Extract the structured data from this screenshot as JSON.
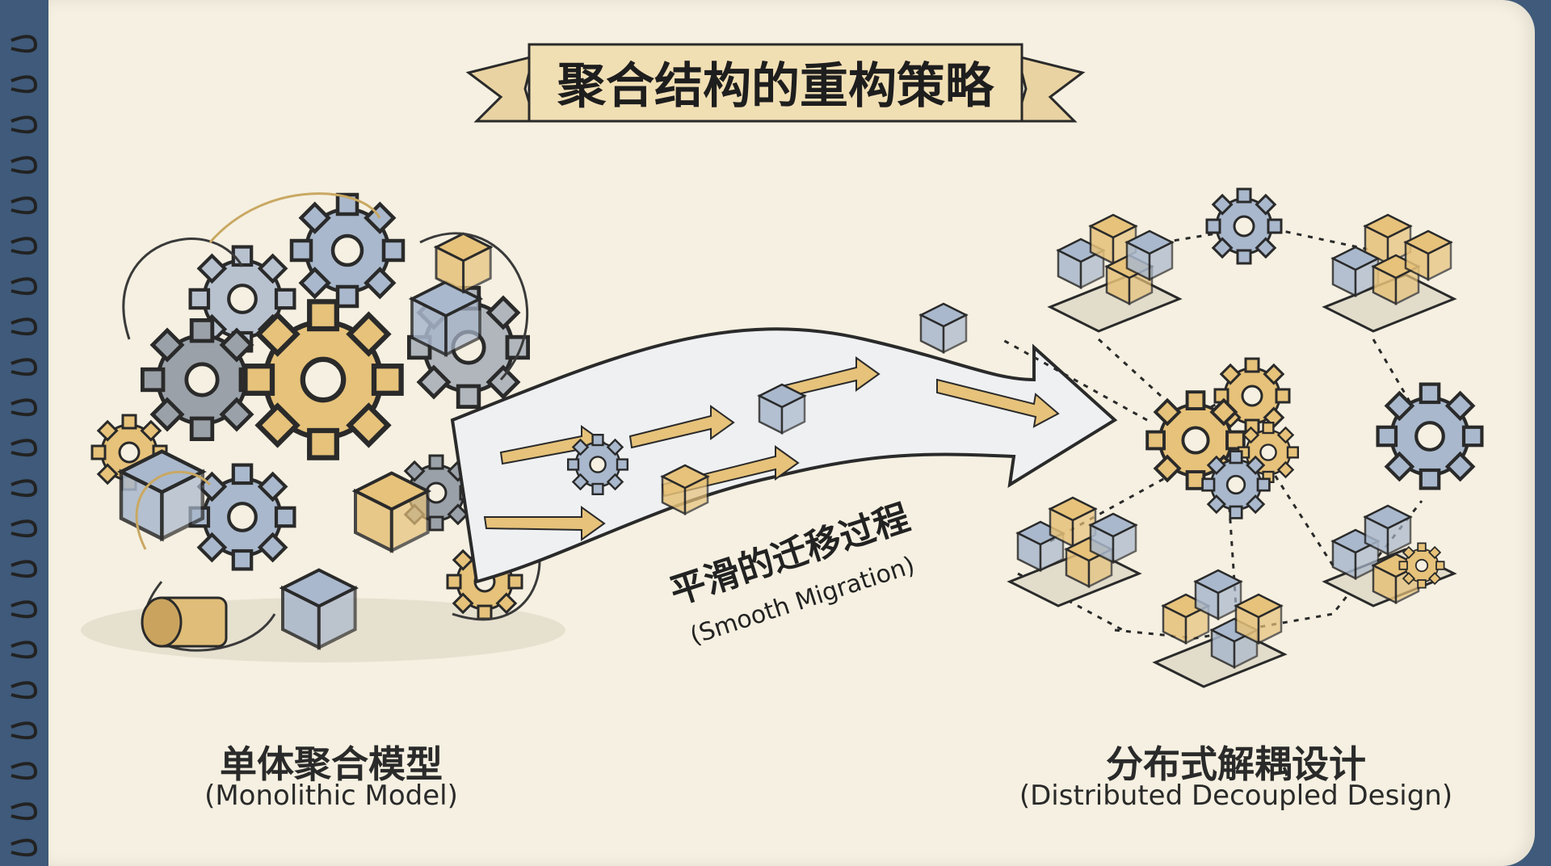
{
  "title": "聚合结构的重构策略",
  "left": {
    "label_zh": "单体聚合模型",
    "label_en": "(Monolithic Model)"
  },
  "right": {
    "label_zh": "分布式解耦设计",
    "label_en": "(Distributed Decoupled Design)"
  },
  "migration": {
    "label_zh": "平滑的迁移过程",
    "label_en": "(Smooth Migration)"
  },
  "colors": {
    "paper": "#f5f0e1",
    "cover": "#3f5a7a",
    "gold": "#e6c27a",
    "blue": "#a9b8cc",
    "gray": "#9aa1a8",
    "ink": "#2a2a2a"
  }
}
